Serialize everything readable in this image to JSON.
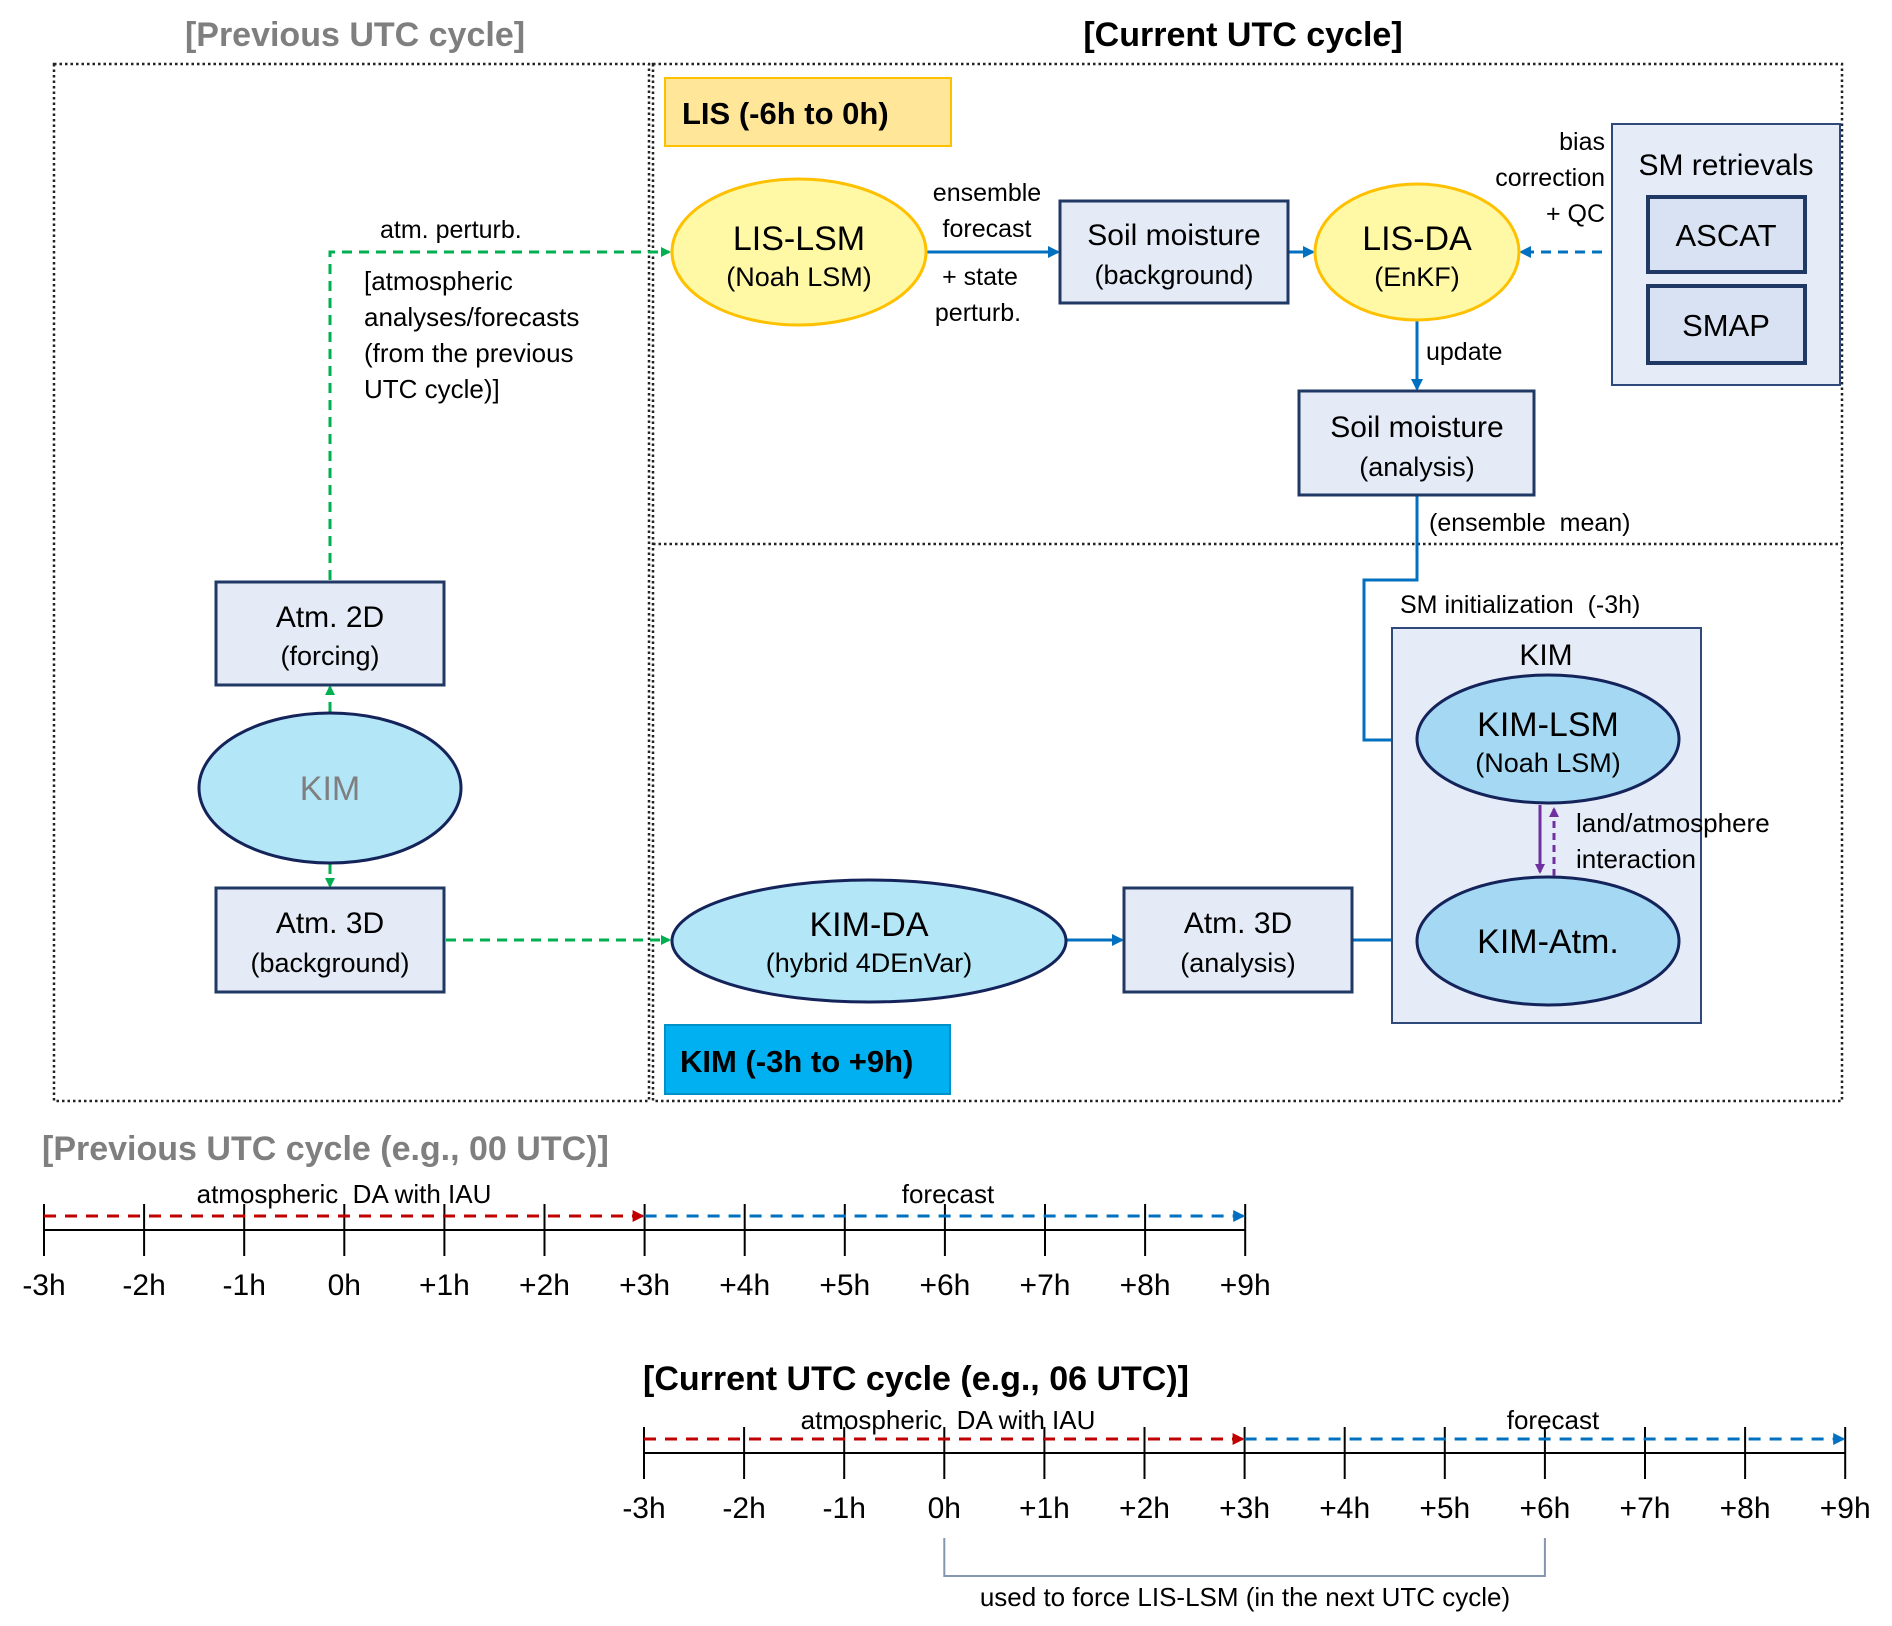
{
  "headers": {
    "previous_cycle": "[Previous UTC cycle]",
    "current_cycle": "[Current UTC cycle]"
  },
  "section_labels": {
    "lis": "LIS (-6h to 0h)",
    "kim": "KIM (-3h to +9h)"
  },
  "colors": {
    "lis_label_fill": "#ffe699",
    "kim_label_fill": "#00b0f0",
    "green_arrow": "#00b050",
    "blue_arrow": "#0070c0",
    "purple_arrow": "#7030a0",
    "red_timeline": "#c00000"
  },
  "nodes": {
    "lis_lsm": {
      "title": "LIS-LSM",
      "subtitle": "(Noah LSM)"
    },
    "soil_bg": {
      "title": "Soil moisture",
      "subtitle": "(background)"
    },
    "lis_da": {
      "title": "LIS-DA",
      "subtitle": "(EnKF)"
    },
    "sm_retrievals": {
      "title": "SM retrievals",
      "items": [
        "ASCAT",
        "SMAP"
      ]
    },
    "soil_an": {
      "title": "Soil moisture",
      "subtitle": "(analysis)"
    },
    "atm2d": {
      "title": "Atm. 2D",
      "subtitle": "(forcing)"
    },
    "kim_prev": {
      "title": "KIM"
    },
    "atm3d_bg": {
      "title": "Atm. 3D",
      "subtitle": "(background)"
    },
    "kim_da": {
      "title": "KIM-DA",
      "subtitle": "(hybrid 4DEnVar)"
    },
    "atm3d_an": {
      "title": "Atm. 3D",
      "subtitle": "(analysis)"
    },
    "kim_container": {
      "title": "KIM"
    },
    "kim_lsm": {
      "title": "KIM-LSM",
      "subtitle": "(Noah LSM)"
    },
    "kim_atm": {
      "title": "KIM-Atm."
    }
  },
  "edge_labels": {
    "atm_perturb": "atm. perturb.",
    "atm_forcing_note": [
      "[atmospheric",
      "analyses/forecasts",
      "(from the previous",
      "UTC cycle)]"
    ],
    "ensemble_forecast": [
      "ensemble",
      "forecast"
    ],
    "state_perturb": [
      "+ state",
      "perturb."
    ],
    "bias_correction": [
      "bias",
      "correction",
      "+ QC"
    ],
    "update": "update",
    "ensemble_mean": "(ensemble  mean)",
    "sm_init": "SM initialization  (-3h)",
    "land_atm": [
      "land/atmosphere",
      "interaction"
    ]
  },
  "timelines": {
    "previous": {
      "title": "[Previous UTC cycle (e.g., 00 UTC)]",
      "da_label": "atmospheric  DA with IAU",
      "forecast_label": "forecast",
      "ticks": [
        "-3h",
        "-2h",
        "-1h",
        "0h",
        "+1h",
        "+2h",
        "+3h",
        "+4h",
        "+5h",
        "+6h",
        "+7h",
        "+8h",
        "+9h"
      ],
      "da_span_hours": [
        -3,
        3
      ],
      "forecast_span_hours": [
        3,
        9
      ]
    },
    "current": {
      "title": "[Current UTC cycle (e.g., 06 UTC)]",
      "da_label": "atmospheric  DA with IAU",
      "forecast_label": "forecast",
      "ticks": [
        "-3h",
        "-2h",
        "-1h",
        "0h",
        "+1h",
        "+2h",
        "+3h",
        "+4h",
        "+5h",
        "+6h",
        "+7h",
        "+8h",
        "+9h"
      ],
      "da_span_hours": [
        -3,
        3
      ],
      "forecast_span_hours": [
        3,
        9
      ],
      "bracket_span_hours": [
        0,
        6
      ],
      "bracket_label": "used to force LIS-LSM (in the next UTC cycle)"
    }
  }
}
